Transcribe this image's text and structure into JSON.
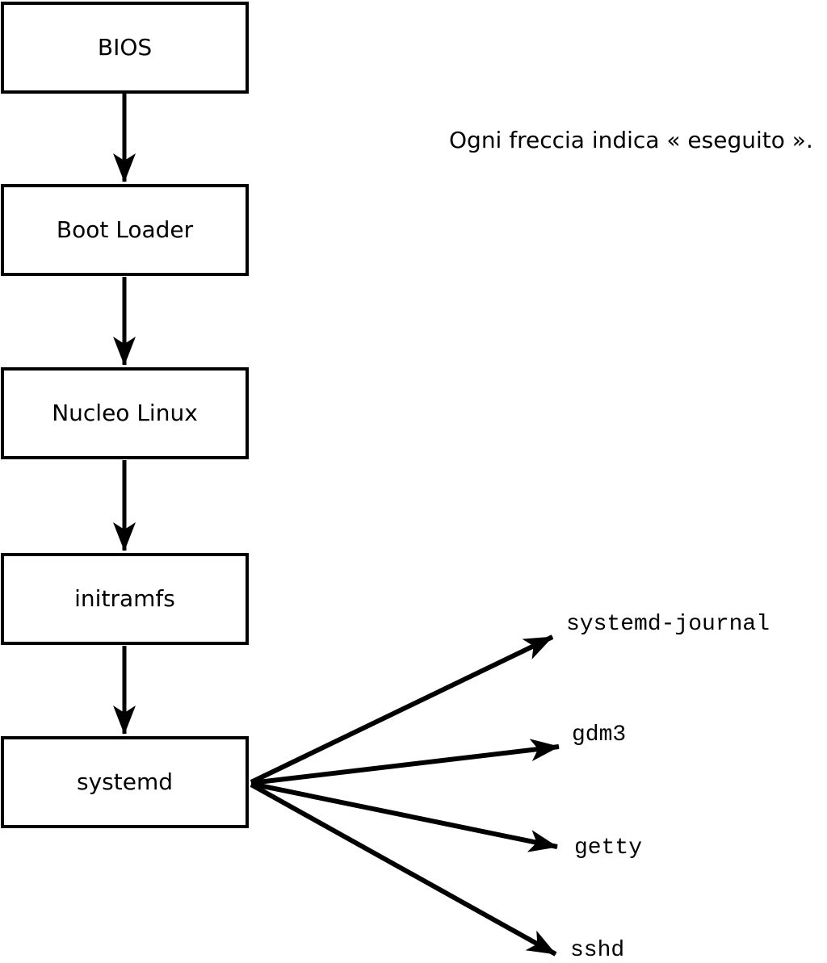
{
  "diagram": {
    "annotation": "Ogni freccia indica « eseguito ».",
    "boxes": [
      {
        "id": "bios",
        "label": "BIOS"
      },
      {
        "id": "bootloader",
        "label": "Boot Loader"
      },
      {
        "id": "kernel",
        "label": "Nucleo Linux"
      },
      {
        "id": "initramfs",
        "label": "initramfs"
      },
      {
        "id": "systemd",
        "label": "systemd"
      }
    ],
    "spawned": [
      {
        "id": "systemd-journal",
        "label": "systemd-journal"
      },
      {
        "id": "gdm3",
        "label": "gdm3"
      },
      {
        "id": "getty",
        "label": "getty"
      },
      {
        "id": "sshd",
        "label": "sshd"
      }
    ],
    "colors": {
      "line": "#000000",
      "box_fill": "#ffffff",
      "background": "#ffffff"
    }
  }
}
